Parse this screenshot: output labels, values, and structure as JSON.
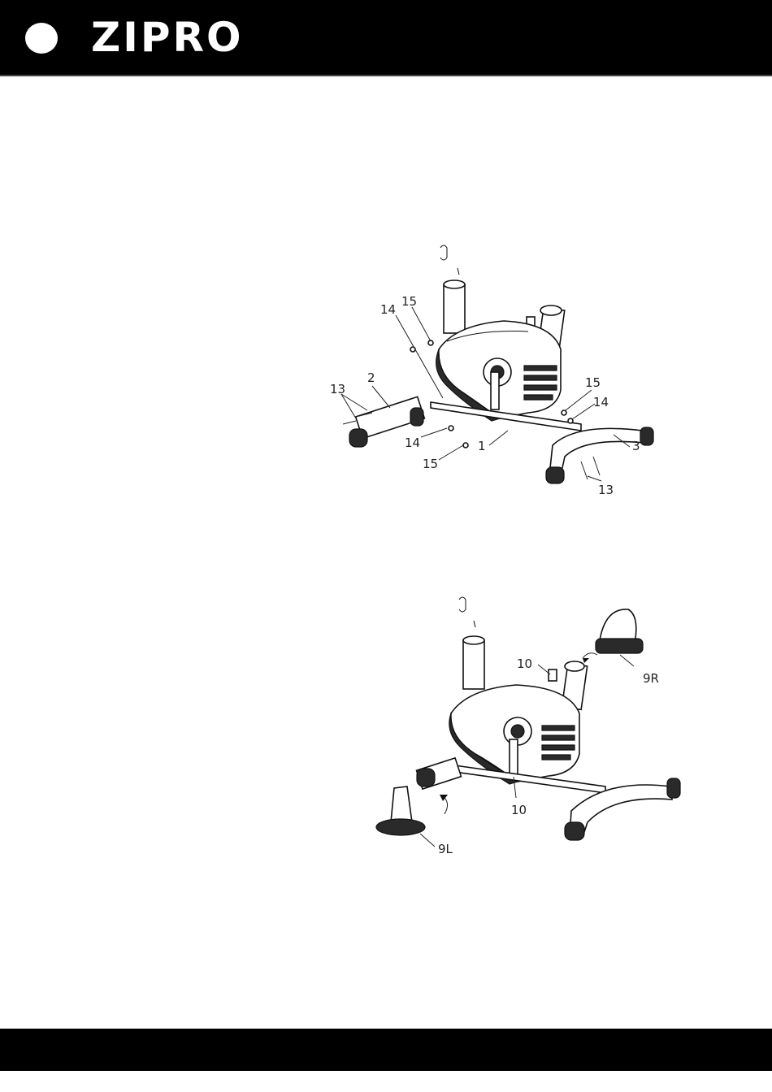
{
  "header": {
    "brand": "ZIPRO"
  },
  "diagram1": {
    "labels": {
      "l14a": "14",
      "l15a": "15",
      "l13a": "13",
      "l2": "2",
      "l14b": "14",
      "l15b": "15",
      "l1": "1",
      "l15c": "15",
      "l14c": "14",
      "l3": "3",
      "l13b": "13"
    }
  },
  "diagram2": {
    "labels": {
      "l10a": "10",
      "l9r": "9R",
      "l10b": "10",
      "l9l": "9L"
    }
  }
}
